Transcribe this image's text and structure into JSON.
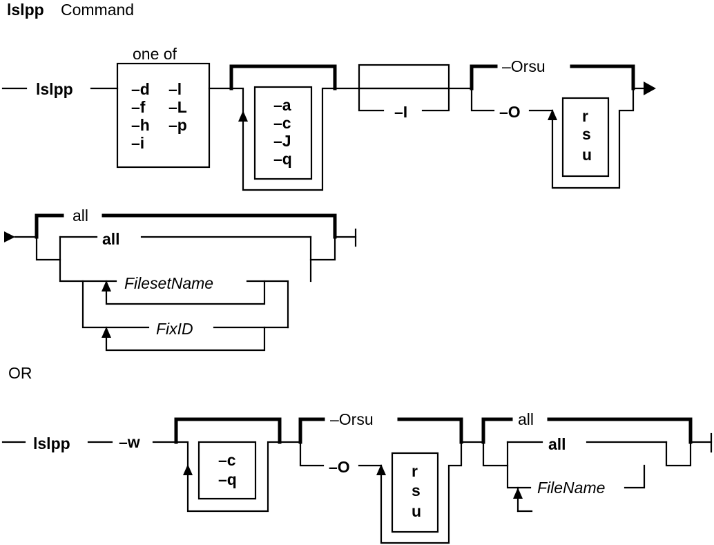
{
  "title": {
    "command": "lslpp",
    "word": "Command"
  },
  "or_label": "OR",
  "syntax1": {
    "command": "lslpp",
    "one_of_label": "one of",
    "flags_left": [
      "–d",
      "–f",
      "–h",
      "–i"
    ],
    "flags_right": [
      "–l",
      "–L",
      "–p"
    ],
    "options_a": [
      "–a",
      "–c",
      "–J",
      "–q"
    ],
    "option_I": "–I",
    "default_orsu": "–Orsu",
    "option_O": "–O",
    "rsu": [
      "r",
      "s",
      "u"
    ],
    "default_all": "all",
    "all": "all",
    "fileset_name": "FilesetName",
    "fix_id": "FixID"
  },
  "syntax2": {
    "command": "lslpp",
    "option_w": "–w",
    "options_cq": [
      "–c",
      "–q"
    ],
    "default_orsu": "–Orsu",
    "option_O": "–O",
    "rsu": [
      "r",
      "s",
      "u"
    ],
    "default_all": "all",
    "all": "all",
    "file_name": "FileName"
  }
}
